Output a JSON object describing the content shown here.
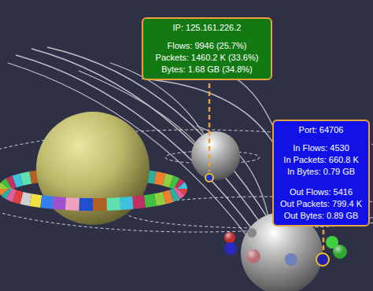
{
  "diagram": {
    "nodes": [
      {
        "text": [
          "IP: 125.161.226.2",
          "Flows: 9946 (25.7%)",
          "Packets: 1460.2 K (33.6%)",
          "Bytes: 1.68 GB (34.8%)"
        ]
      },
      {
        "text": [
          "Port: 64706",
          "In Flows: 4530",
          "In Packets: 660.8 K",
          "In Bytes: 0.79 GB",
          "Out Flows: 5416",
          "Out Packets: 799.4 K",
          "Out Bytes: 0.89 GB"
        ]
      }
    ],
    "edges": []
  }
}
